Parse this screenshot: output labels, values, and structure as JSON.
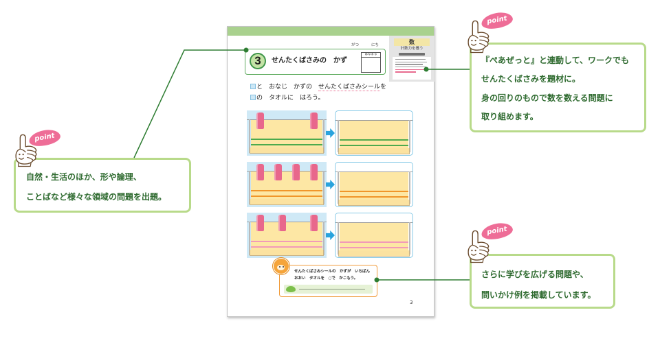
{
  "colors": {
    "page_band": "#a9d18e",
    "header_green": "#5daa5d",
    "callout_border": "#b8da8a",
    "callout_text": "#2f6b30",
    "connector": "#2e7d32",
    "point_badge": "#ee6d97",
    "picture_border": "#86c9e6",
    "arrow": "#29a3dd",
    "clip": "#e8678c",
    "towel": "#fde7a4",
    "challenge_border": "#f09a38"
  },
  "icons": {
    "hand": "pointing-hand-icon",
    "arrow": "arrow-right-icon",
    "mascot": "mascot-icon",
    "leaf": "leaf-icon"
  },
  "worksheet": {
    "section_number": "3",
    "title": "せんたくばさみの　かず",
    "date": {
      "month": "がつ",
      "day": "にち"
    },
    "mark_box_label": "はなまる",
    "sidebar": {
      "subject": "数",
      "skill": "計数力を養う"
    },
    "instruction": {
      "line1_prefix": "と　おなじ　かずの　",
      "line1_highlight": "せんたくばさみシール",
      "line1_suffix": "を",
      "line2": "の　タオルに　はろう。"
    },
    "rows": [
      {
        "clip_count": 2,
        "stripe_color": "#4daa4d"
      },
      {
        "clip_count": 4,
        "stripe_color": "#f0962a"
      },
      {
        "clip_count": 3,
        "stripe_color": "#f29ab8"
      }
    ],
    "challenge": {
      "line1": "せんたくばさみシールの　かずが　いちばん",
      "line2": "おおい　タオルを　○で　かこもう。"
    },
    "page_number": "3"
  },
  "callouts": {
    "top_right": {
      "badge": "point",
      "lines": [
        "『ぺあぜっと』と連動して、ワークでも",
        "せんたくばさみを題材に。",
        "身の回りのもので数を数える問題に",
        "取り組めます。"
      ]
    },
    "left": {
      "badge": "point",
      "lines": [
        "自然・生活のほか、形や論理、",
        "ことばなど様々な領域の問題を出題。"
      ]
    },
    "bottom_right": {
      "badge": "point",
      "lines": [
        "さらに学びを広げる問題や、",
        "問いかけ例を掲載しています。"
      ]
    }
  }
}
